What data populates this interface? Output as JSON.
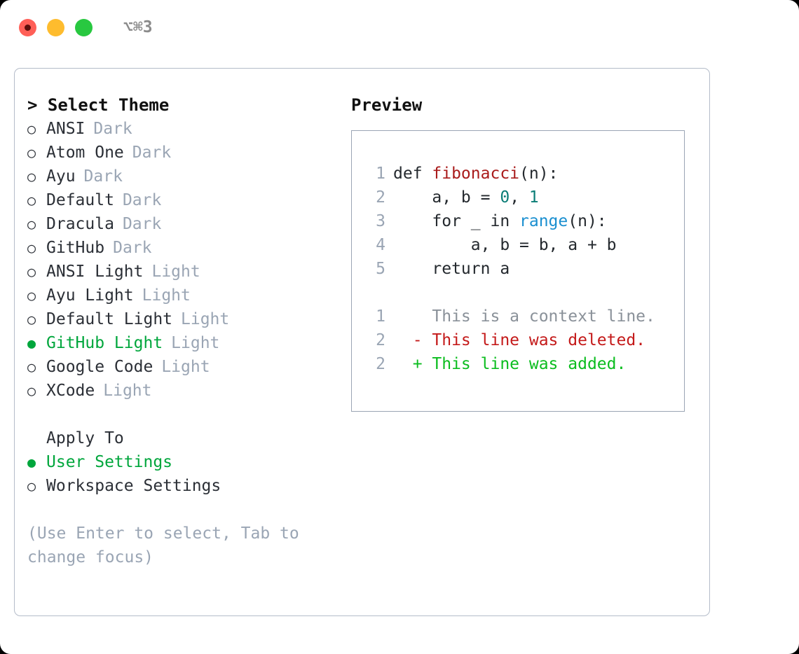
{
  "titlebar": {
    "shortcut": "⌥⌘3",
    "traffic_lights": [
      {
        "name": "close",
        "color": "#ff5f57"
      },
      {
        "name": "minimize",
        "color": "#febc2e"
      },
      {
        "name": "maximize",
        "color": "#28c840"
      }
    ]
  },
  "theme_picker": {
    "heading": "> Select Theme",
    "bullet_selected": "●",
    "bullet_unselected": "○",
    "accent_color": "#00a63c",
    "items": [
      {
        "label": "ANSI",
        "badge": "Dark",
        "selected": false
      },
      {
        "label": "Atom One",
        "badge": "Dark",
        "selected": false
      },
      {
        "label": "Ayu",
        "badge": "Dark",
        "selected": false
      },
      {
        "label": "Default",
        "badge": "Dark",
        "selected": false
      },
      {
        "label": "Dracula",
        "badge": "Dark",
        "selected": false
      },
      {
        "label": "GitHub",
        "badge": "Dark",
        "selected": false
      },
      {
        "label": "ANSI Light",
        "badge": "Light",
        "selected": false
      },
      {
        "label": "Ayu Light",
        "badge": "Light",
        "selected": false
      },
      {
        "label": "Default Light",
        "badge": "Light",
        "selected": false
      },
      {
        "label": "GitHub Light",
        "badge": "Light",
        "selected": true
      },
      {
        "label": "Google Code",
        "badge": "Light",
        "selected": false
      },
      {
        "label": "XCode",
        "badge": "Light",
        "selected": false
      }
    ]
  },
  "apply_to": {
    "heading": "Apply To",
    "items": [
      {
        "label": "User Settings",
        "selected": true
      },
      {
        "label": "Workspace Settings",
        "selected": false
      }
    ]
  },
  "hint": "(Use Enter to select, Tab to change focus)",
  "preview": {
    "heading": "Preview",
    "code": [
      {
        "num": "1",
        "parts": [
          {
            "text": "def ",
            "tok": "plain"
          },
          {
            "text": "fibonacci",
            "tok": "fn"
          },
          {
            "text": "(n):",
            "tok": "plain"
          }
        ]
      },
      {
        "num": "2",
        "parts": [
          {
            "text": "    a, b = ",
            "tok": "plain"
          },
          {
            "text": "0",
            "tok": "num"
          },
          {
            "text": ", ",
            "tok": "plain"
          },
          {
            "text": "1",
            "tok": "num"
          }
        ]
      },
      {
        "num": "3",
        "parts": [
          {
            "text": "    for _ in ",
            "tok": "plain"
          },
          {
            "text": "range",
            "tok": "call"
          },
          {
            "text": "(n):",
            "tok": "plain"
          }
        ]
      },
      {
        "num": "4",
        "parts": [
          {
            "text": "        a, b = b, a + b",
            "tok": "plain"
          }
        ]
      },
      {
        "num": "5",
        "parts": [
          {
            "text": "    return a",
            "tok": "plain"
          }
        ]
      }
    ],
    "diff": [
      {
        "num": "1",
        "marker": " ",
        "text": "This is a context line.",
        "kind": "context"
      },
      {
        "num": "2",
        "marker": "-",
        "text": "This line was deleted.",
        "kind": "deleted"
      },
      {
        "num": "2",
        "marker": "+",
        "text": "This line was added.",
        "kind": "added"
      }
    ],
    "colors": {
      "function": "#a91b1b",
      "number": "#0a7d76",
      "call": "#1a8fd0",
      "deleted": "#c41a1a",
      "added": "#0bbd1f",
      "context": "#8a9199"
    }
  }
}
